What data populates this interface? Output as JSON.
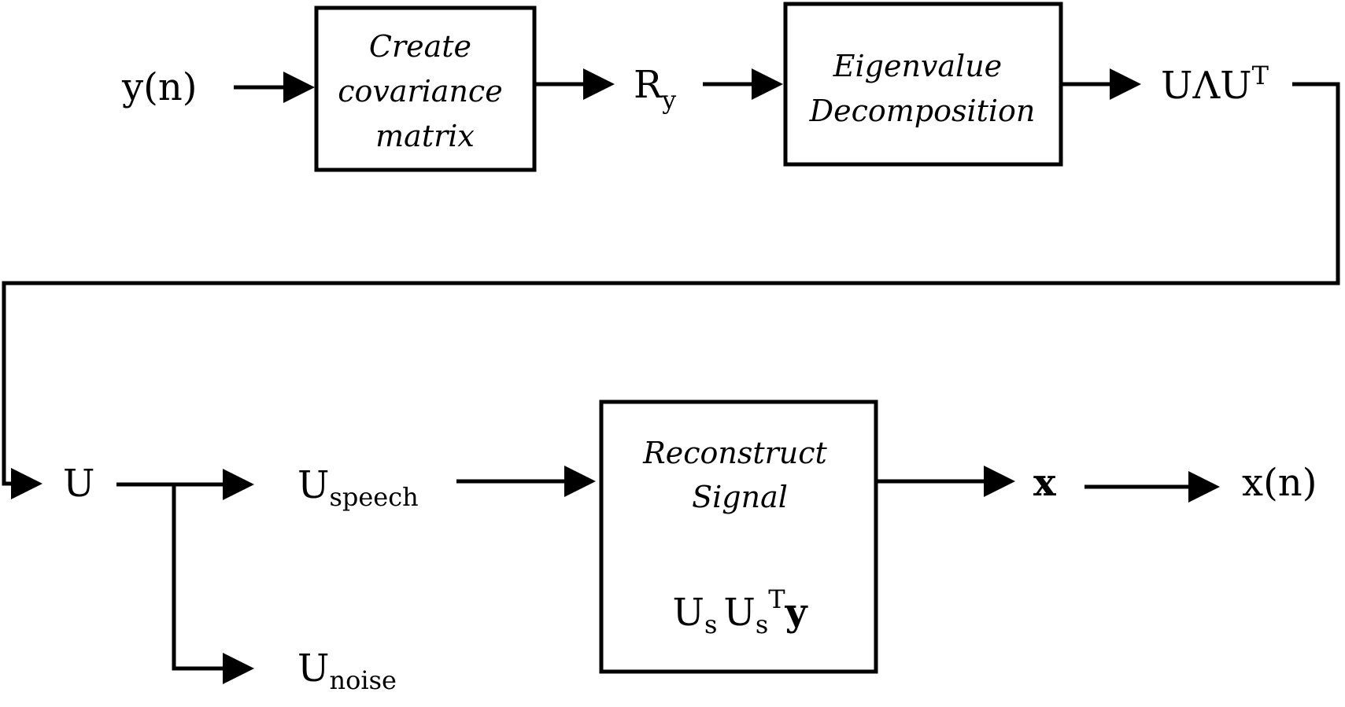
{
  "diagram": {
    "blocks": {
      "covariance": [
        "Create",
        "covariance",
        "matrix"
      ],
      "eigen": [
        "Eigenvalue",
        "Decomposition"
      ],
      "reconstruct": [
        "Reconstruct",
        "Signal"
      ],
      "reconstruct_formula": {
        "u1": "U",
        "s1": "s",
        "u2": "U",
        "s2": "s",
        "sup": "T",
        "y": "y"
      }
    },
    "signals": {
      "input": "y(n)",
      "cov": {
        "main": "R",
        "sub": "y"
      },
      "decomp": {
        "main": "UΛU",
        "sup": "T"
      },
      "u": "U",
      "speech": {
        "main": "U",
        "sub": "speech"
      },
      "noise": {
        "main": "U",
        "sub": "noise"
      },
      "x_vec": "x",
      "output": "x(n)"
    }
  }
}
